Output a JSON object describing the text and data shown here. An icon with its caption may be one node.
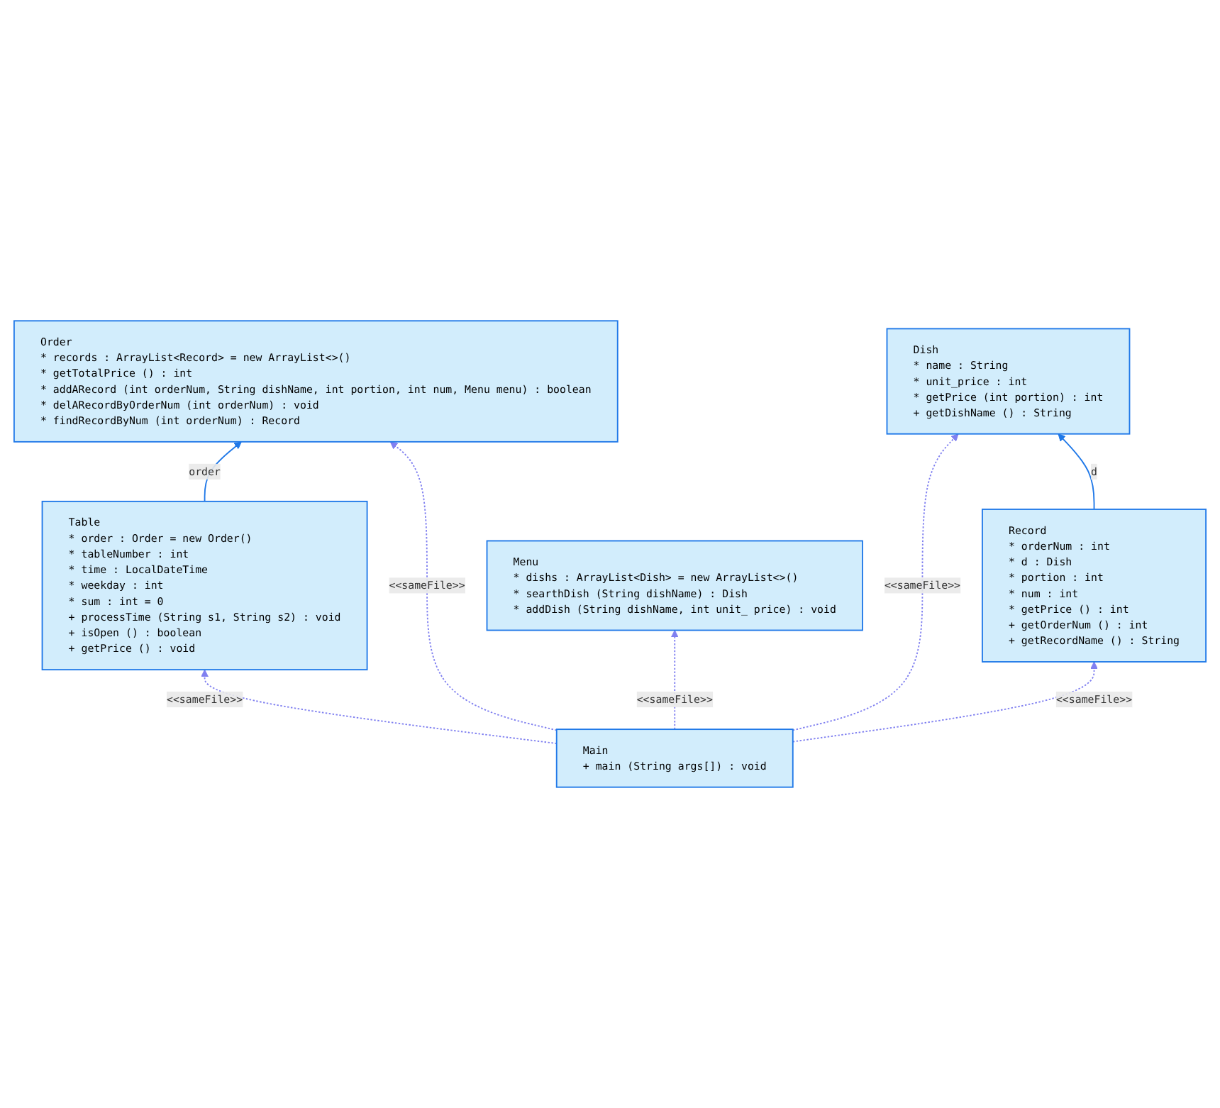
{
  "diagram": {
    "nodes": [
      {
        "text": [
          "Order",
          "* records : ArrayList<Record> = new ArrayList<>()",
          "* getTotalPrice () : int",
          "* addARecord (int orderNum, String dishName, int portion, int num, Menu menu) : boolean",
          "* delARecordByOrderNum (int orderNum) : void",
          "* findRecordByNum (int orderNum) : Record"
        ]
      },
      {
        "text": [
          "Dish",
          "* name : String",
          "* unit_price : int",
          "* getPrice (int portion) : int",
          "+ getDishName () : String"
        ]
      },
      {
        "text": [
          "Main",
          "+ main (String args[]) : void"
        ]
      },
      {
        "text": [
          "Record",
          "* orderNum : int",
          "* d : Dish",
          "* portion : int",
          "* num : int",
          "* getPrice () : int",
          "+ getOrderNum () : int",
          "+ getRecordName () : String"
        ]
      },
      {
        "text": [
          "Table",
          "* order : Order = new Order()",
          "* tableNumber : int",
          "* time : LocalDateTime",
          "* weekday : int",
          "* sum : int = 0",
          "+ processTime (String s1, String s2) : void",
          "+ isOpen () : boolean",
          "+ getPrice () : void"
        ]
      },
      {
        "text": [
          "Menu",
          "* dishs : ArrayList<Dish> = new ArrayList<>()",
          "* searthDish (String dishName) : Dish",
          "* addDish (String dishName, int unit_ price) : void"
        ]
      }
    ],
    "edges": [
      {
        "from": 4,
        "to": 0,
        "arrow": "to",
        "label": "order",
        "color": "#1f78e8"
      },
      {
        "from": 2,
        "to": 0,
        "arrow": "to",
        "label": "<<sameFile>>",
        "style": "dashed"
      },
      {
        "from": 2,
        "to": 1,
        "arrow": "to",
        "label": "<<sameFile>>",
        "style": "dashed"
      },
      {
        "from": 3,
        "to": 1,
        "arrow": "to",
        "label": "d",
        "color": "#1f78e8"
      },
      {
        "from": 2,
        "to": 3,
        "arrow": "to",
        "label": "<<sameFile>>",
        "style": "dashed"
      },
      {
        "from": 2,
        "to": 4,
        "arrow": "to",
        "label": "<<sameFile>>",
        "style": "dashed"
      },
      {
        "from": 2,
        "to": 5,
        "arrow": "to",
        "label": "<<sameFile>>",
        "style": "dashed"
      }
    ]
  }
}
